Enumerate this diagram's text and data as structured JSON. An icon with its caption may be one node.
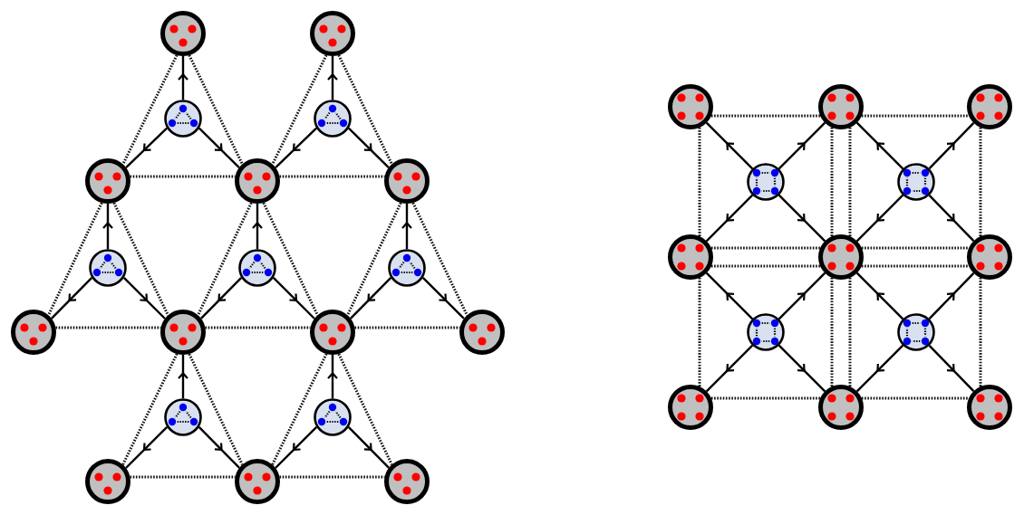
{
  "diagram": {
    "nodes": [
      {
        "text": [],
        "shape": "circle"
      },
      {
        "text": [],
        "shape": "circle"
      },
      {
        "text": [],
        "shape": "circle"
      },
      {
        "text": [],
        "shape": "circle"
      },
      {
        "text": [],
        "shape": "circle"
      },
      {
        "text": [],
        "shape": "circle"
      },
      {
        "text": [],
        "shape": "circle"
      },
      {
        "text": [],
        "shape": "circle"
      },
      {
        "text": [],
        "shape": "circle"
      },
      {
        "text": [],
        "shape": "circle"
      },
      {
        "text": [],
        "shape": "circle"
      },
      {
        "text": [],
        "shape": "circle"
      },
      {
        "text": [],
        "shape": "circle"
      },
      {
        "text": [],
        "shape": "circle"
      },
      {
        "text": [],
        "shape": "circle"
      },
      {
        "text": [],
        "shape": "circle"
      },
      {
        "text": [],
        "shape": "circle"
      },
      {
        "text": [],
        "shape": "circle"
      },
      {
        "text": [],
        "shape": "circle"
      },
      {
        "text": [],
        "shape": "circle"
      },
      {
        "text": [],
        "shape": "circle"
      },
      {
        "text": [],
        "shape": "circle"
      },
      {
        "text": [],
        "shape": "circle"
      },
      {
        "text": [],
        "shape": "circle"
      },
      {
        "text": [],
        "shape": "circle"
      },
      {
        "text": [],
        "shape": "circle"
      },
      {
        "text": [],
        "shape": "circle"
      },
      {
        "text": [],
        "shape": "circle"
      },
      {
        "text": [],
        "shape": "circle"
      },
      {
        "text": [],
        "shape": "circle"
      },
      {
        "text": [],
        "shape": "circle"
      },
      {
        "text": [],
        "shape": "circle"
      }
    ],
    "edges": [
      {
        "from": 2,
        "to": 0,
        "arrow": "to"
      },
      {
        "from": 2,
        "to": 4,
        "arrow": "to"
      },
      {
        "from": 2,
        "to": 5,
        "arrow": "to"
      },
      {
        "from": 3,
        "to": 1,
        "arrow": "to"
      },
      {
        "from": 3,
        "to": 5,
        "arrow": "to"
      },
      {
        "from": 3,
        "to": 6,
        "arrow": "to"
      },
      {
        "from": 7,
        "to": 4,
        "arrow": "to"
      },
      {
        "from": 7,
        "to": 10,
        "arrow": "to"
      },
      {
        "from": 7,
        "to": 11,
        "arrow": "to"
      },
      {
        "from": 8,
        "to": 5,
        "arrow": "to"
      },
      {
        "from": 8,
        "to": 11,
        "arrow": "to"
      },
      {
        "from": 8,
        "to": 12,
        "arrow": "to"
      },
      {
        "from": 9,
        "to": 6,
        "arrow": "to"
      },
      {
        "from": 9,
        "to": 12,
        "arrow": "to"
      },
      {
        "from": 9,
        "to": 13,
        "arrow": "to"
      },
      {
        "from": 14,
        "to": 11,
        "arrow": "to"
      },
      {
        "from": 14,
        "to": 16,
        "arrow": "to"
      },
      {
        "from": 14,
        "to": 17,
        "arrow": "to"
      },
      {
        "from": 15,
        "to": 12,
        "arrow": "to"
      },
      {
        "from": 15,
        "to": 17,
        "arrow": "to"
      },
      {
        "from": 15,
        "to": 18,
        "arrow": "to"
      },
      {
        "from": 22,
        "to": 19,
        "arrow": "to"
      },
      {
        "from": 22,
        "to": 20,
        "arrow": "to"
      },
      {
        "from": 22,
        "to": 24,
        "arrow": "to"
      },
      {
        "from": 22,
        "to": 25,
        "arrow": "to"
      },
      {
        "from": 23,
        "to": 20,
        "arrow": "to"
      },
      {
        "from": 23,
        "to": 21,
        "arrow": "to"
      },
      {
        "from": 23,
        "to": 25,
        "arrow": "to"
      },
      {
        "from": 23,
        "to": 26,
        "arrow": "to"
      },
      {
        "from": 27,
        "to": 24,
        "arrow": "to"
      },
      {
        "from": 27,
        "to": 25,
        "arrow": "to"
      },
      {
        "from": 27,
        "to": 29,
        "arrow": "to"
      },
      {
        "from": 27,
        "to": 30,
        "arrow": "to"
      },
      {
        "from": 28,
        "to": 25,
        "arrow": "to"
      },
      {
        "from": 28,
        "to": 26,
        "arrow": "to"
      },
      {
        "from": 28,
        "to": 30,
        "arrow": "to"
      },
      {
        "from": 28,
        "to": 31,
        "arrow": "to"
      },
      {
        "from": 0,
        "to": 4,
        "arrow": "none",
        "style": "dashed"
      },
      {
        "from": 0,
        "to": 5,
        "arrow": "none",
        "style": "dashed"
      },
      {
        "from": 4,
        "to": 5,
        "arrow": "none",
        "style": "dashed"
      },
      {
        "from": 1,
        "to": 5,
        "arrow": "none",
        "style": "dashed"
      },
      {
        "from": 1,
        "to": 6,
        "arrow": "none",
        "style": "dashed"
      },
      {
        "from": 5,
        "to": 6,
        "arrow": "none",
        "style": "dashed"
      },
      {
        "from": 4,
        "to": 10,
        "arrow": "none",
        "style": "dashed"
      },
      {
        "from": 4,
        "to": 11,
        "arrow": "none",
        "style": "dashed"
      },
      {
        "from": 10,
        "to": 11,
        "arrow": "none",
        "style": "dashed"
      },
      {
        "from": 5,
        "to": 11,
        "arrow": "none",
        "style": "dashed"
      },
      {
        "from": 5,
        "to": 12,
        "arrow": "none",
        "style": "dashed"
      },
      {
        "from": 11,
        "to": 12,
        "arrow": "none",
        "style": "dashed"
      },
      {
        "from": 6,
        "to": 12,
        "arrow": "none",
        "style": "dashed"
      },
      {
        "from": 6,
        "to": 13,
        "arrow": "none",
        "style": "dashed"
      },
      {
        "from": 12,
        "to": 13,
        "arrow": "none",
        "style": "dashed"
      },
      {
        "from": 11,
        "to": 16,
        "arrow": "none",
        "style": "dashed"
      },
      {
        "from": 11,
        "to": 17,
        "arrow": "none",
        "style": "dashed"
      },
      {
        "from": 16,
        "to": 17,
        "arrow": "none",
        "style": "dashed"
      },
      {
        "from": 12,
        "to": 17,
        "arrow": "none",
        "style": "dashed"
      },
      {
        "from": 12,
        "to": 18,
        "arrow": "none",
        "style": "dashed"
      },
      {
        "from": 17,
        "to": 18,
        "arrow": "none",
        "style": "dashed"
      },
      {
        "from": 19,
        "to": 20,
        "arrow": "none",
        "style": "dashed"
      },
      {
        "from": 19,
        "to": 24,
        "arrow": "none",
        "style": "dashed"
      },
      {
        "from": 20,
        "to": 25,
        "arrow": "none",
        "style": "dashed"
      },
      {
        "from": 24,
        "to": 25,
        "arrow": "none",
        "style": "dashed"
      },
      {
        "from": 20,
        "to": 21,
        "arrow": "none",
        "style": "dashed"
      },
      {
        "from": 20,
        "to": 25,
        "arrow": "none",
        "style": "dashed"
      },
      {
        "from": 21,
        "to": 26,
        "arrow": "none",
        "style": "dashed"
      },
      {
        "from": 25,
        "to": 26,
        "arrow": "none",
        "style": "dashed"
      },
      {
        "from": 24,
        "to": 25,
        "arrow": "none",
        "style": "dashed"
      },
      {
        "from": 24,
        "to": 29,
        "arrow": "none",
        "style": "dashed"
      },
      {
        "from": 25,
        "to": 30,
        "arrow": "none",
        "style": "dashed"
      },
      {
        "from": 29,
        "to": 30,
        "arrow": "none",
        "style": "dashed"
      },
      {
        "from": 25,
        "to": 26,
        "arrow": "none",
        "style": "dashed"
      },
      {
        "from": 25,
        "to": 30,
        "arrow": "none",
        "style": "dashed"
      },
      {
        "from": 26,
        "to": 31,
        "arrow": "none",
        "style": "dashed"
      },
      {
        "from": 30,
        "to": 31,
        "arrow": "none",
        "style": "dashed"
      }
    ]
  }
}
